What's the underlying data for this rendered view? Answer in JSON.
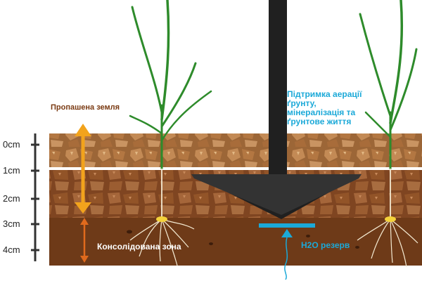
{
  "depth_scale": [
    "0cm",
    "1cm",
    "2cm",
    "3cm",
    "4cm"
  ],
  "labels": {
    "plowed_soil": "Пропашена земля",
    "consolidated_zone": "Консолідована зона",
    "support_text": "Підтримка аерації ґрунту, мінералізація та ґрунтове життя",
    "water_reserve": "H2O резерв"
  },
  "colors": {
    "topsoil": "#b07a48",
    "plowed_band": "#8f5627",
    "deep_soil": "#6e3a18",
    "tool": "#202020",
    "plant": "#2e8b2b",
    "plowed_arrow": "#f2a31c",
    "consolidated_arrow": "#e06a1d",
    "water_accent": "#1ba9d8"
  },
  "icons": {
    "tool": "subsoiler-tine-icon",
    "plants": "wheat-plant-icon"
  }
}
